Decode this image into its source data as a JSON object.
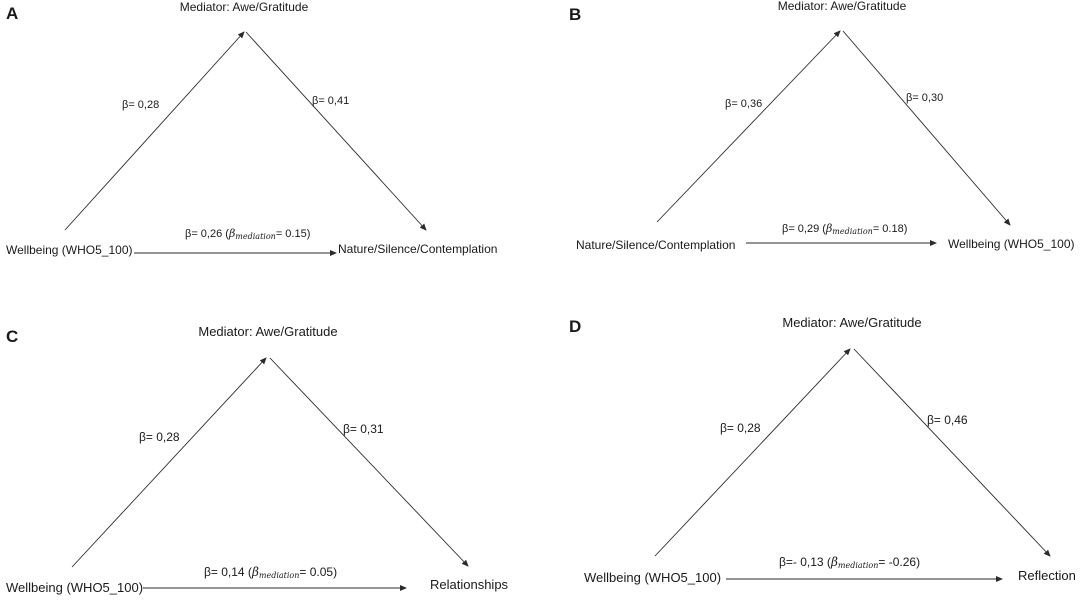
{
  "panels": [
    {
      "letter": "A",
      "mediator": "Mediator: Awe/Gratitude",
      "left_node": "Wellbeing (WHO5_100)",
      "right_node": "Nature/Silence/Contemplation",
      "path_a": "β= 0,28",
      "path_b": "β= 0,41",
      "direct": {
        "prefix": "β= 0,26 (",
        "symbol": "β",
        "subscript": "mediation",
        "suffix": "= 0.15)"
      }
    },
    {
      "letter": "B",
      "mediator": "Mediator: Awe/Gratitude",
      "left_node": "Nature/Silence/Contemplation",
      "right_node": "Wellbeing (WHO5_100)",
      "path_a": "β= 0,36",
      "path_b": "β= 0,30",
      "direct": {
        "prefix": "β= 0,29 (",
        "symbol": "β",
        "subscript": "mediation",
        "suffix": "= 0.18)"
      }
    },
    {
      "letter": "C",
      "mediator": "Mediator: Awe/Gratitude",
      "left_node": "Wellbeing (WHO5_100)",
      "right_node": "Relationships",
      "path_a": "β= 0,28",
      "path_b": "β= 0,31",
      "direct": {
        "prefix": "β= 0,14 (",
        "symbol": "β",
        "subscript": "mediation",
        "suffix": "= 0.05)"
      }
    },
    {
      "letter": "D",
      "mediator": "Mediator: Awe/Gratitude",
      "left_node": "Wellbeing (WHO5_100)",
      "right_node": "Reflection",
      "path_a": "β= 0,28",
      "path_b": "β= 0,46",
      "direct": {
        "prefix": "β=- 0,13 (",
        "symbol": "β",
        "subscript": "mediation",
        "suffix": "= -0.26)"
      }
    }
  ]
}
